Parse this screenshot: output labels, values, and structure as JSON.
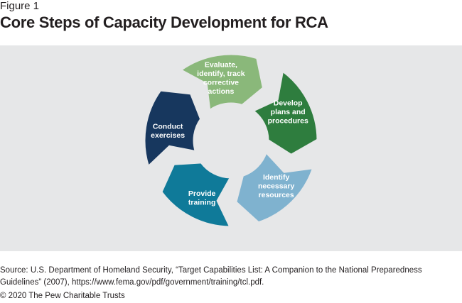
{
  "figure_label": "Figure 1",
  "title": "Core Steps of Capacity Development for RCA",
  "steps": [
    {
      "lines": [
        "Develop",
        "plans and",
        "procedures"
      ],
      "color": "#2e7d3e"
    },
    {
      "lines": [
        "Identify",
        "necessary",
        "resources"
      ],
      "color": "#7fb2cf"
    },
    {
      "lines": [
        "Provide",
        "training"
      ],
      "color": "#0f7a99"
    },
    {
      "lines": [
        "Conduct",
        "exercises"
      ],
      "color": "#17375e"
    },
    {
      "lines": [
        "Evaluate,",
        "identify, track",
        "corrective",
        "actions"
      ],
      "color": "#8ab87a"
    }
  ],
  "source": "Source: U.S. Department of Homeland Security, “Target Capabilities List: A Companion to the National Preparedness Guidelines” (2007), https://www.fema.gov/pdf/government/training/tcl.pdf.",
  "copyright": "© 2020 The Pew Charitable Trusts"
}
